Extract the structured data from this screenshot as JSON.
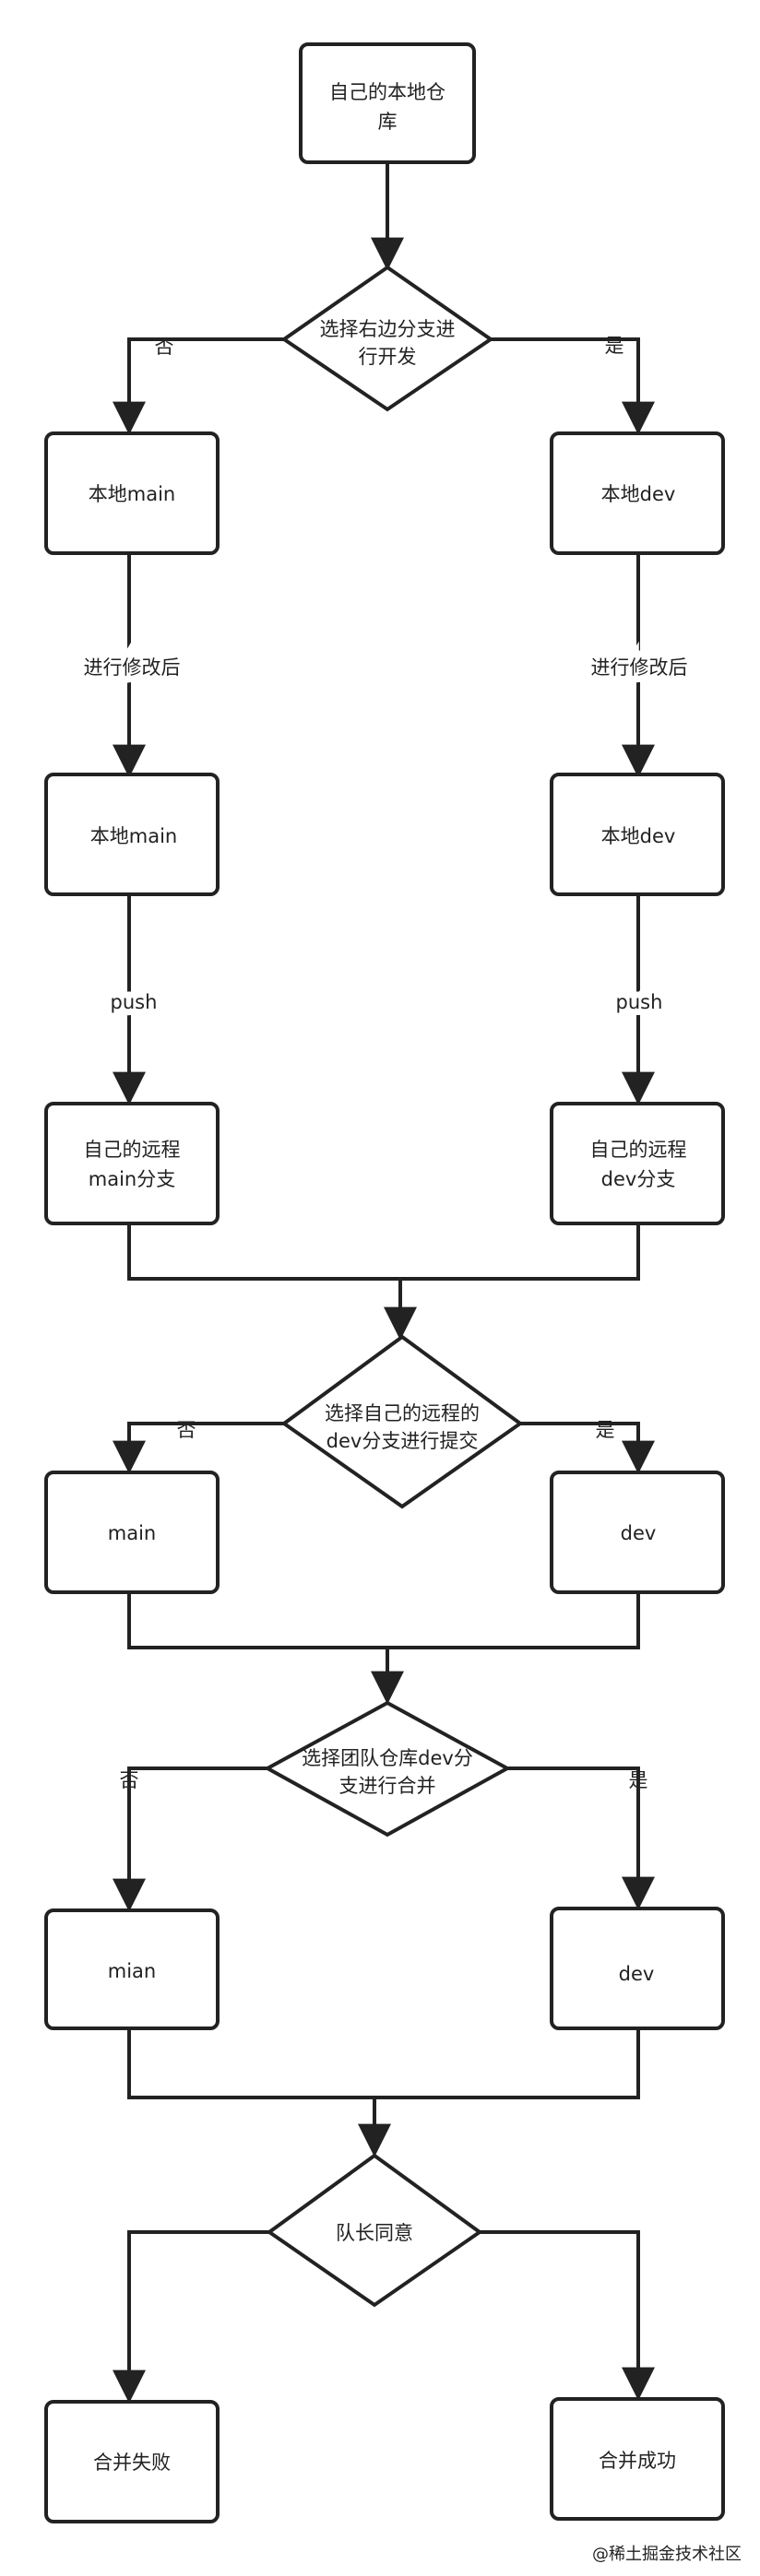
{
  "diagram": {
    "start": [
      "自己的本地仓",
      "库"
    ],
    "decision1": [
      "选择右边分支进",
      "行开发"
    ],
    "decision1_no": "否",
    "decision1_yes": "是",
    "left_local_main_1": "本地main",
    "right_local_dev_1": "本地dev",
    "edit_label_left": "进行修改后",
    "edit_label_right": "进行修改后",
    "left_local_main_2": "本地main",
    "right_local_dev_2": "本地dev",
    "push_label_left": "push",
    "push_label_right": "push",
    "left_remote": [
      "自己的远程",
      "main分支"
    ],
    "right_remote": [
      "自己的远程",
      "dev分支"
    ],
    "decision2": [
      "选择自己的远程的",
      "dev分支进行提交"
    ],
    "decision2_no": "否",
    "decision2_yes": "是",
    "submit_main": "main",
    "submit_dev": "dev",
    "decision3": [
      "选择团队仓库dev分",
      "支进行合并"
    ],
    "decision3_no": "否",
    "decision3_yes": "是",
    "merge_mian": "mian",
    "merge_dev": "dev",
    "decision4": "队长同意",
    "merge_fail": "合并失败",
    "merge_success": "合并成功"
  },
  "watermark": "@稀土掘金技术社区",
  "colors": {
    "stroke": "#222222",
    "background": "#ffffff",
    "watermark": "#b5b5b5"
  }
}
